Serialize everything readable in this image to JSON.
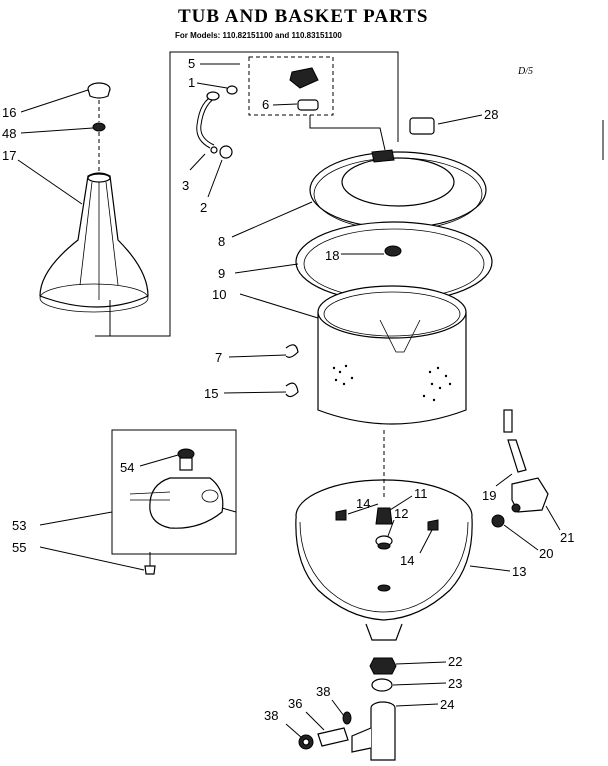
{
  "diagram": {
    "title": "TUB AND BASKET PARTS",
    "subtitle": "For Models: 110.82151100 and 110.83151100",
    "page_code": "D/5",
    "callouts": [
      "16",
      "48",
      "17",
      "5",
      "1",
      "6",
      "3",
      "2",
      "28",
      "8",
      "18",
      "9",
      "10",
      "7",
      "15",
      "54",
      "53",
      "55",
      "14",
      "11",
      "12",
      "14",
      "19",
      "21",
      "20",
      "13",
      "22",
      "23",
      "38",
      "36",
      "38",
      "24"
    ]
  }
}
